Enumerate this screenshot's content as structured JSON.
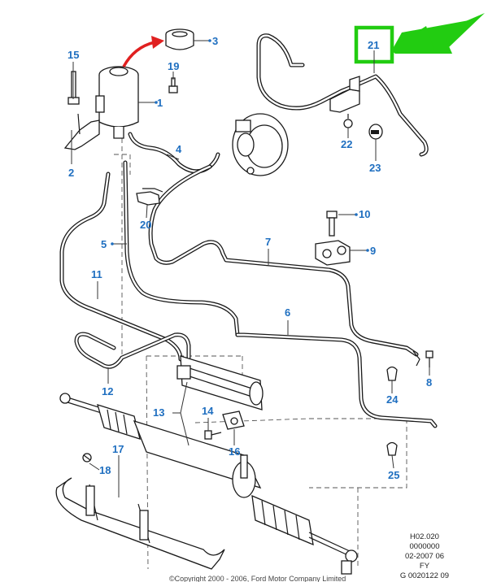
{
  "callouts": {
    "c1": "1",
    "c2": "2",
    "c3": "3",
    "c4": "4",
    "c5": "5",
    "c6": "6",
    "c7": "7",
    "c8": "8",
    "c9": "9",
    "c10": "10",
    "c11": "11",
    "c12": "12",
    "c13": "13",
    "c14": "14",
    "c15": "15",
    "c16": "16",
    "c17": "17",
    "c18": "18",
    "c19": "19",
    "c20": "20",
    "c21": "21",
    "c22": "22",
    "c23": "23",
    "c24": "24",
    "c25": "25"
  },
  "info_block": {
    "line1": "H02.020",
    "line2": "0000000",
    "line3": "02-2007 06",
    "line4": "FY",
    "line5": "G 0020122 09"
  },
  "copyright": "©Copyright 2000 - 2006, Ford Motor Company Limited",
  "colors": {
    "callout": "#1f6fc0",
    "highlight": "#22cc11",
    "arrow_red": "#e02020",
    "line": "#1a1a1a"
  }
}
